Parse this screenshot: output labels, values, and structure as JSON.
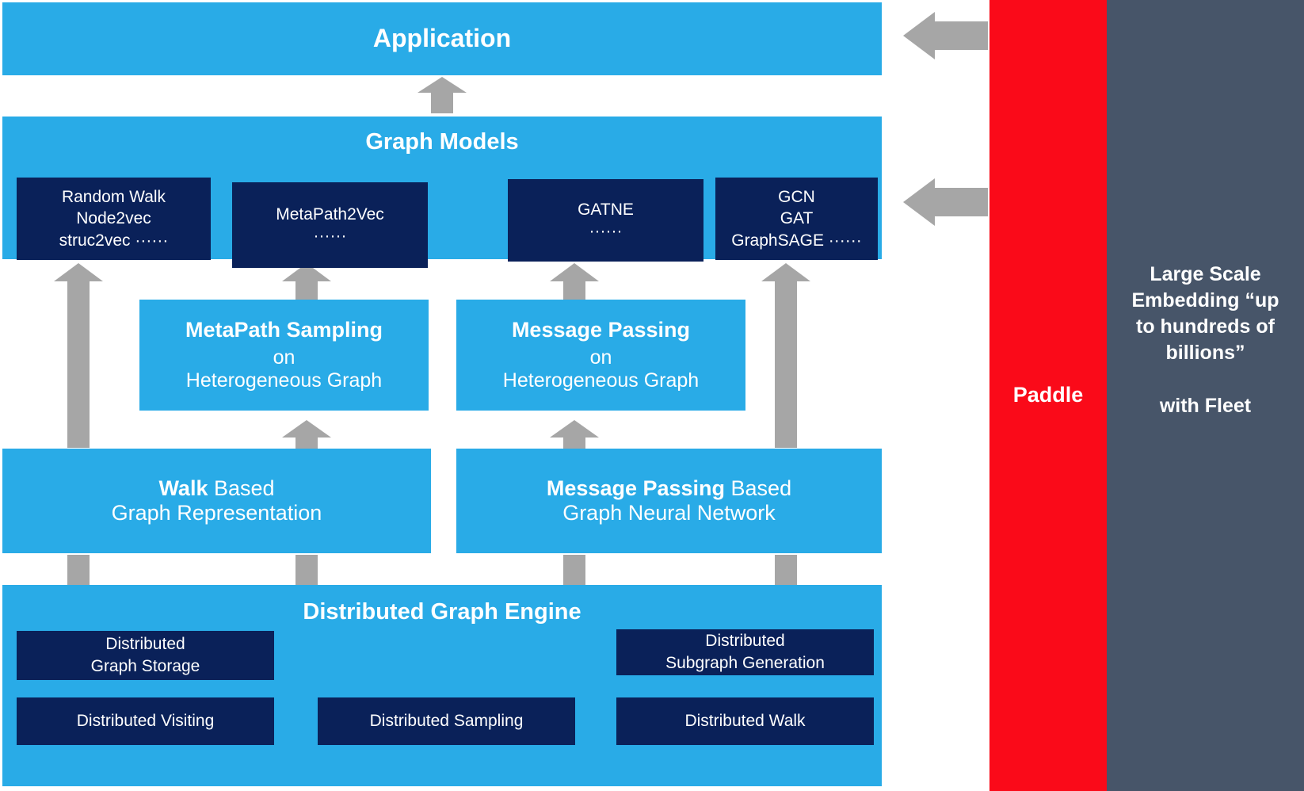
{
  "palette": {
    "blue": "#29ABE7",
    "navy": "#0A2159",
    "red": "#FA0A19",
    "slate": "#475569",
    "arrow_gray": "#A6A6A6",
    "text_white": "#FFFFFF"
  },
  "layers": {
    "application": {
      "title": "Application"
    },
    "graph_models": {
      "title": "Graph Models",
      "chips": [
        {
          "name": "random-walk",
          "lines": [
            "Random Walk",
            "Node2vec",
            "struc2vec ······"
          ]
        },
        {
          "name": "metapath2vec",
          "lines": [
            "MetaPath2Vec",
            "······"
          ]
        },
        {
          "name": "gatne",
          "lines": [
            "GATNE",
            "······"
          ]
        },
        {
          "name": "gcn",
          "lines": [
            "GCN",
            "GAT",
            "GraphSAGE ······"
          ]
        }
      ]
    },
    "middle": {
      "metapath_sampling": {
        "title": "MetaPath Sampling",
        "line2": "on",
        "line3": "Heterogeneous Graph"
      },
      "message_passing": {
        "title": "Message Passing",
        "line2": "on",
        "line3": "Heterogeneous Graph"
      }
    },
    "base": {
      "walk_based": {
        "bold": "Walk",
        "rest": " Based",
        "line2": "Graph Representation"
      },
      "mp_based": {
        "bold": "Message Passing",
        "rest": " Based",
        "line2": "Graph Neural Network"
      }
    },
    "engine": {
      "title": "Distributed Graph Engine",
      "chips": [
        {
          "name": "distributed-graph-storage",
          "lines": [
            "Distributed",
            "Graph Storage"
          ]
        },
        {
          "name": "distributed-subgraph-generation",
          "lines": [
            "Distributed",
            "Subgraph Generation"
          ]
        },
        {
          "name": "distributed-visiting",
          "lines": [
            "Distributed Visiting"
          ]
        },
        {
          "name": "distributed-sampling",
          "lines": [
            "Distributed Sampling"
          ]
        },
        {
          "name": "distributed-walk",
          "lines": [
            "Distributed Walk"
          ]
        }
      ]
    }
  },
  "right_panels": {
    "paddle": {
      "label": "Paddle"
    },
    "fleet": {
      "headline": "Large Scale Embedding “up to hundreds of billions”",
      "subline": "with Fleet"
    }
  }
}
